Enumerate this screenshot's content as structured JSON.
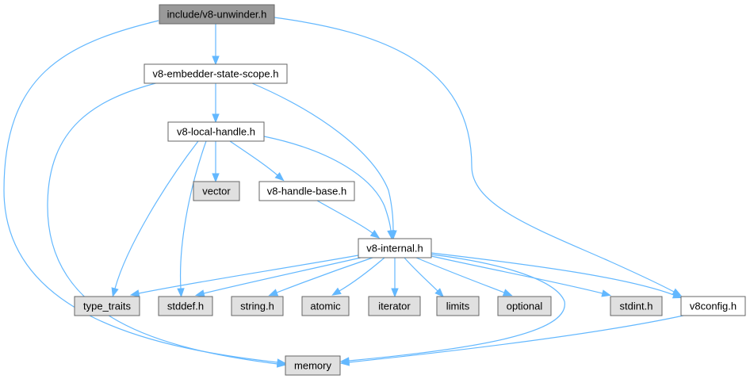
{
  "colors": {
    "edge": "#63b8ff",
    "node_border": "#666666",
    "root_fill": "#999999",
    "internal_fill": "#ffffff",
    "system_fill": "#e0e0e0"
  },
  "nodes": [
    {
      "id": "root",
      "label": "include/v8-unwinder.h",
      "kind": "root",
      "interactable": false
    },
    {
      "id": "embedder",
      "label": "v8-embedder-state-scope.h",
      "kind": "internal",
      "interactable": true
    },
    {
      "id": "localhandle",
      "label": "v8-local-handle.h",
      "kind": "internal",
      "interactable": true
    },
    {
      "id": "vector",
      "label": "vector",
      "kind": "system",
      "interactable": false
    },
    {
      "id": "handlebase",
      "label": "v8-handle-base.h",
      "kind": "internal",
      "interactable": true
    },
    {
      "id": "internal",
      "label": "v8-internal.h",
      "kind": "internal",
      "interactable": true
    },
    {
      "id": "type_traits",
      "label": "type_traits",
      "kind": "system",
      "interactable": false
    },
    {
      "id": "stddef",
      "label": "stddef.h",
      "kind": "system",
      "interactable": false
    },
    {
      "id": "string",
      "label": "string.h",
      "kind": "system",
      "interactable": false
    },
    {
      "id": "atomic",
      "label": "atomic",
      "kind": "system",
      "interactable": false
    },
    {
      "id": "iterator",
      "label": "iterator",
      "kind": "system",
      "interactable": false
    },
    {
      "id": "limits",
      "label": "limits",
      "kind": "system",
      "interactable": false
    },
    {
      "id": "optional",
      "label": "optional",
      "kind": "system",
      "interactable": false
    },
    {
      "id": "stdint",
      "label": "stdint.h",
      "kind": "system",
      "interactable": false
    },
    {
      "id": "v8config",
      "label": "v8config.h",
      "kind": "internal",
      "interactable": true
    },
    {
      "id": "memory",
      "label": "memory",
      "kind": "system",
      "interactable": false
    }
  ],
  "edges": [
    {
      "from": "root",
      "to": "embedder"
    },
    {
      "from": "root",
      "to": "memory"
    },
    {
      "from": "root",
      "to": "v8config"
    },
    {
      "from": "embedder",
      "to": "localhandle"
    },
    {
      "from": "embedder",
      "to": "memory"
    },
    {
      "from": "embedder",
      "to": "internal"
    },
    {
      "from": "localhandle",
      "to": "type_traits"
    },
    {
      "from": "localhandle",
      "to": "stddef"
    },
    {
      "from": "localhandle",
      "to": "vector"
    },
    {
      "from": "localhandle",
      "to": "handlebase"
    },
    {
      "from": "localhandle",
      "to": "internal"
    },
    {
      "from": "handlebase",
      "to": "internal"
    },
    {
      "from": "internal",
      "to": "type_traits"
    },
    {
      "from": "internal",
      "to": "stddef"
    },
    {
      "from": "internal",
      "to": "string"
    },
    {
      "from": "internal",
      "to": "atomic"
    },
    {
      "from": "internal",
      "to": "iterator"
    },
    {
      "from": "internal",
      "to": "limits"
    },
    {
      "from": "internal",
      "to": "optional"
    },
    {
      "from": "internal",
      "to": "stdint"
    },
    {
      "from": "internal",
      "to": "v8config"
    },
    {
      "from": "internal",
      "to": "memory"
    },
    {
      "from": "v8config",
      "to": "memory"
    }
  ]
}
